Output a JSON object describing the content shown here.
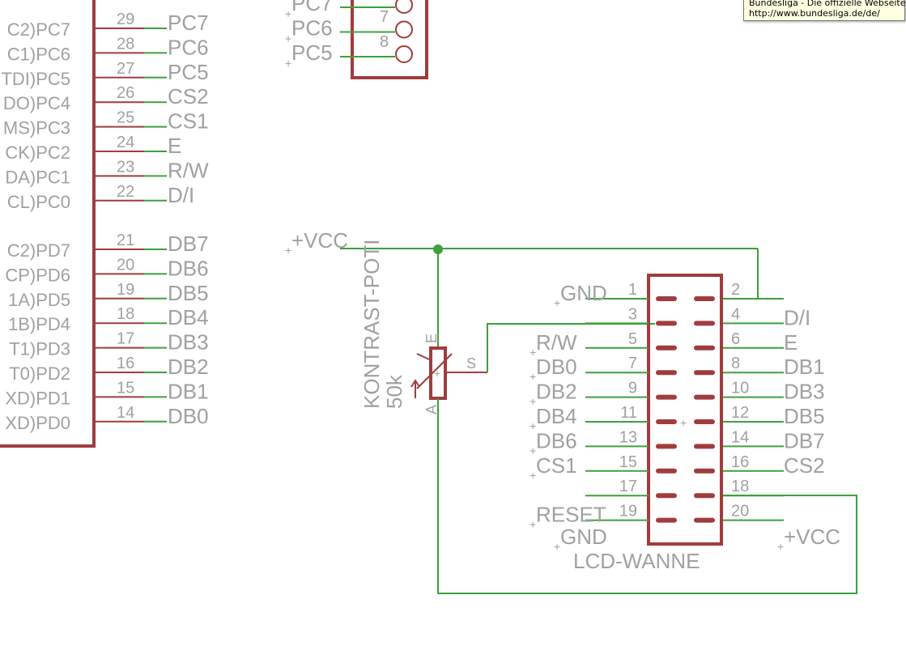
{
  "tooltip": {
    "title": "Bundesliga - Die offizielle Webseite",
    "url": "http://www.bundesliga.de/de/"
  },
  "colors": {
    "wire": "#3ca03c",
    "part": "#a03c3c",
    "text": "#a0a0a0",
    "junction": "#3ca03c"
  },
  "mcu": {
    "pins": [
      {
        "label": "C2)PC7",
        "num": "29",
        "net": "PC7"
      },
      {
        "label": "C1)PC6",
        "num": "28",
        "net": "PC6"
      },
      {
        "label": "TDI)PC5",
        "num": "27",
        "net": "PC5"
      },
      {
        "label": "DO)PC4",
        "num": "26",
        "net": "CS2"
      },
      {
        "label": "MS)PC3",
        "num": "25",
        "net": "CS1"
      },
      {
        "label": "CK)PC2",
        "num": "24",
        "net": "E"
      },
      {
        "label": "DA)PC1",
        "num": "23",
        "net": "R/W"
      },
      {
        "label": "CL)PC0",
        "num": "22",
        "net": "D/I"
      },
      {
        "label": "C2)PD7",
        "num": "21",
        "net": "DB7"
      },
      {
        "label": "CP)PD6",
        "num": "20",
        "net": "DB6"
      },
      {
        "label": "1A)PD5",
        "num": "19",
        "net": "DB5"
      },
      {
        "label": "1B)PD4",
        "num": "18",
        "net": "DB4"
      },
      {
        "label": "T1)PD3",
        "num": "17",
        "net": "DB3"
      },
      {
        "label": "T0)PD2",
        "num": "16",
        "net": "DB2"
      },
      {
        "label": "XD)PD1",
        "num": "15",
        "net": "DB1"
      },
      {
        "label": "XD)PD0",
        "num": "14",
        "net": "DB0"
      }
    ]
  },
  "top_connector": {
    "labels": [
      "PC7",
      "PC6",
      "PC5"
    ],
    "nums": [
      "7",
      "8"
    ]
  },
  "vcc_label": "+VCC",
  "poti": {
    "name": "KONTRAST-POTI",
    "value": "50k",
    "pin_e": "E",
    "pin_a": "A",
    "pin_s": "S"
  },
  "lcd": {
    "name": "LCD-WANNE",
    "left": [
      {
        "num": "1",
        "net": "GND"
      },
      {
        "num": "3",
        "net": ""
      },
      {
        "num": "5",
        "net": "R/W"
      },
      {
        "num": "7",
        "net": "DB0"
      },
      {
        "num": "9",
        "net": "DB2"
      },
      {
        "num": "11",
        "net": "DB4"
      },
      {
        "num": "13",
        "net": "DB6"
      },
      {
        "num": "15",
        "net": "CS1"
      },
      {
        "num": "17",
        "net": ""
      },
      {
        "num": "19",
        "net": "RESET"
      }
    ],
    "right": [
      {
        "num": "2",
        "net": ""
      },
      {
        "num": "4",
        "net": "D/I"
      },
      {
        "num": "6",
        "net": "E"
      },
      {
        "num": "8",
        "net": "DB1"
      },
      {
        "num": "10",
        "net": "DB3"
      },
      {
        "num": "12",
        "net": "DB5"
      },
      {
        "num": "14",
        "net": "DB7"
      },
      {
        "num": "16",
        "net": "CS2"
      },
      {
        "num": "18",
        "net": ""
      },
      {
        "num": "20",
        "net": ""
      }
    ],
    "gnd_bottom": "GND",
    "vcc_bottom": "+VCC"
  }
}
